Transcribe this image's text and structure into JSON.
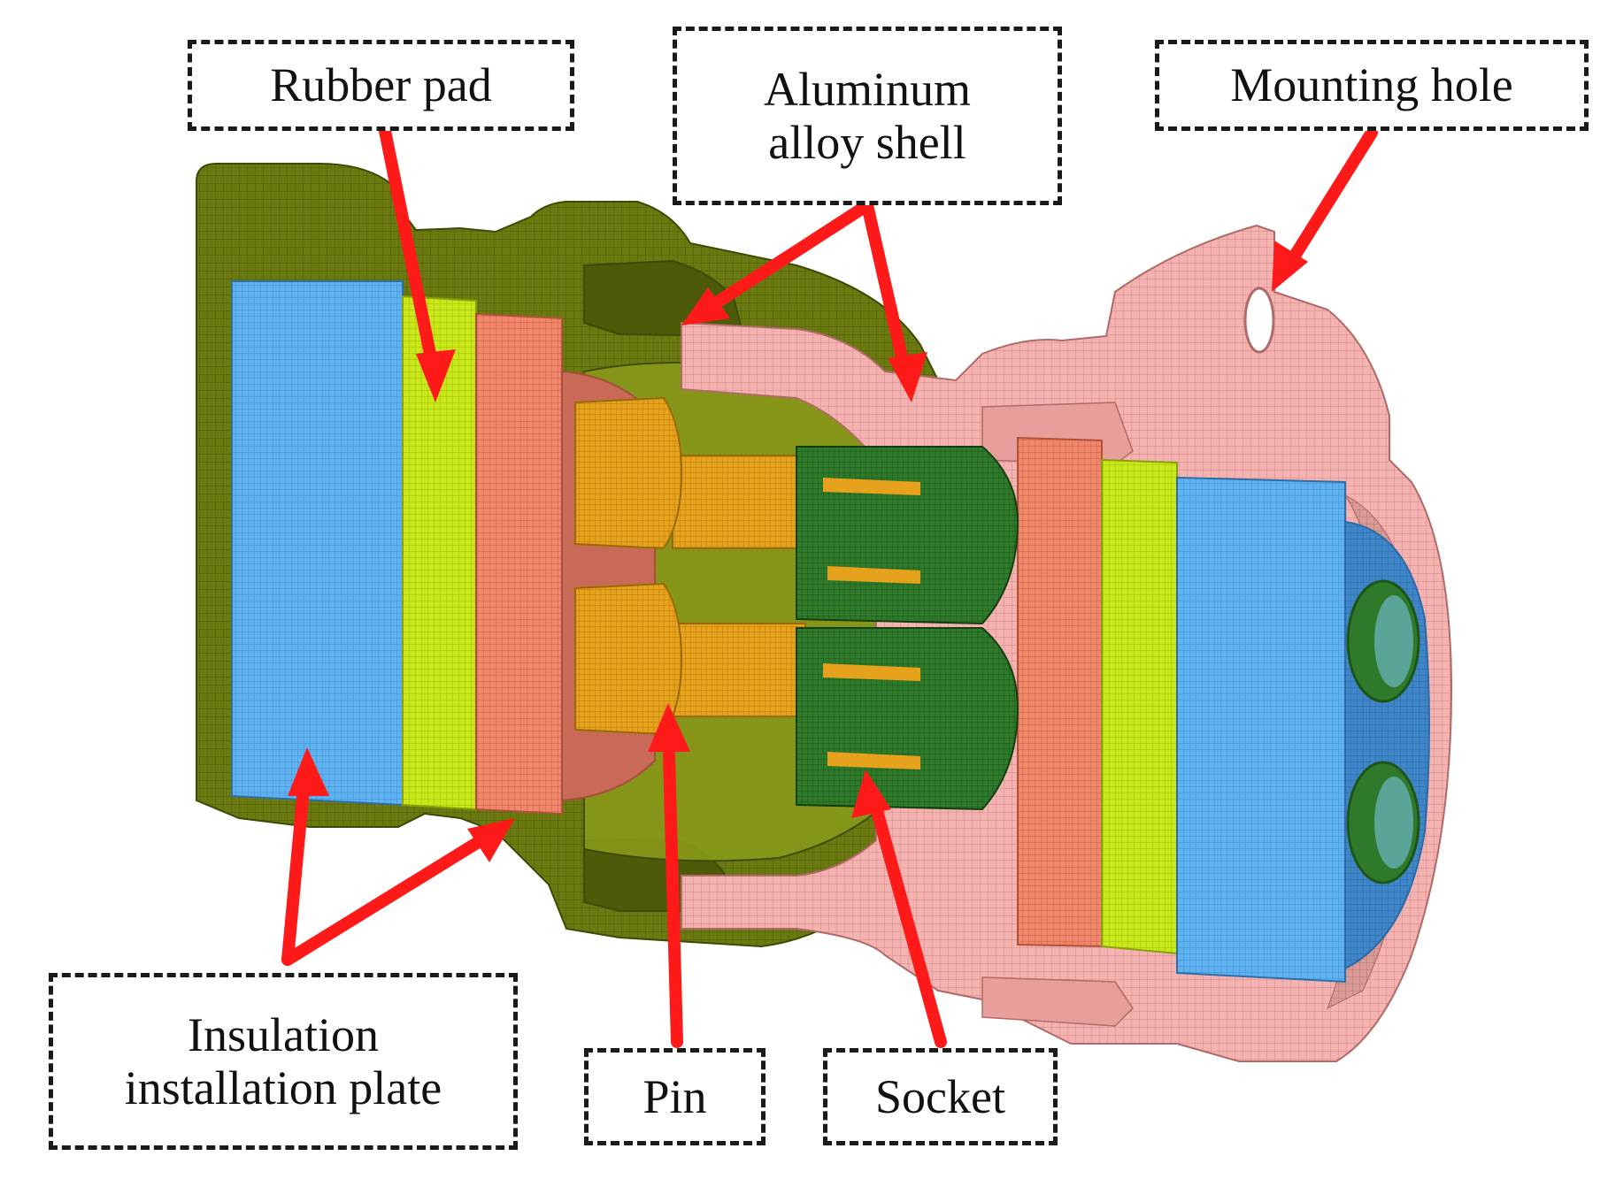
{
  "labels": {
    "rubber_pad": "Rubber pad",
    "aluminum_line1": "Aluminum",
    "aluminum_line2": "alloy shell",
    "mounting_hole": "Mounting hole",
    "insulation_line1": "Insulation",
    "insulation_line2": "installation plate",
    "pin": "Pin",
    "socket": "Socket"
  },
  "colors": {
    "shell_green": "#6b7a10",
    "shell_pink": "#f4b3b0",
    "insulation_blue": "#5fb2ef",
    "rubber_yellow": "#c9e81a",
    "salmon": "#f0866a",
    "pin_gold": "#e6a21c",
    "socket_green": "#2f7a2a",
    "arrow_red": "#ff1a1a"
  }
}
